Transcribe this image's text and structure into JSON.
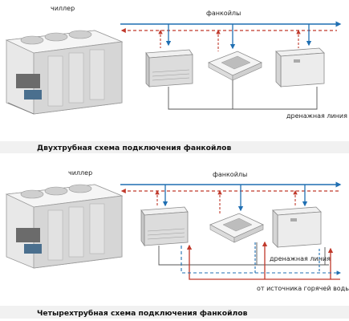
{
  "colors": {
    "supply": "#c0392b",
    "return_cold": "#1f6fb2",
    "drain": "#555555",
    "caption_band": "#f1f1f1"
  },
  "scheme_two_pipe": {
    "chiller_label": "чиллер",
    "fancoils_label": "фанкойлы",
    "drain_label": "дренажная линия",
    "caption": "Двухтрубная схема подключения фанкойлов"
  },
  "scheme_four_pipe": {
    "chiller_label": "чиллер",
    "fancoils_label": "фанкойлы",
    "drain_label": "дренажная линия",
    "hot_water_label": "от источника горячей воды",
    "caption": "Четырехтрубная схема подключения фанкойлов"
  },
  "icons": {
    "chiller": "chiller-unit-icon",
    "fancoil_floor": "floor-fancoil-icon",
    "fancoil_cassette": "cassette-fancoil-icon",
    "fancoil_wall": "console-fancoil-icon"
  }
}
